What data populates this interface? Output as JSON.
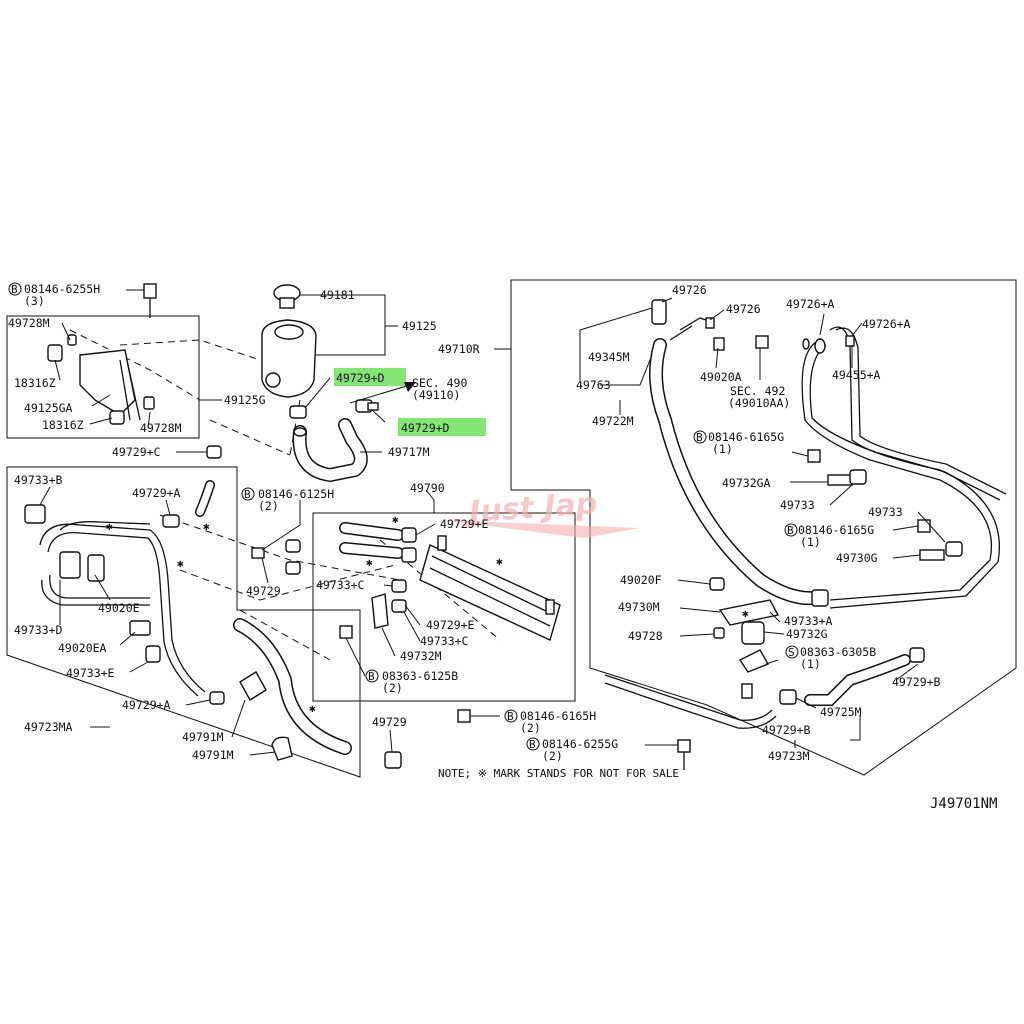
{
  "labels": {
    "b1": "08146-6255H",
    "b1q": "(3)",
    "l49728m_a": "49728M",
    "l18316z_a": "18316Z",
    "l49125ga": "49125GA",
    "l18316z_b": "18316Z",
    "l49728m_b": "49728M",
    "l49125g": "49125G",
    "l49729c": "49729+C",
    "l49181": "49181",
    "l49125": "49125",
    "l49729d_a": "49729+D",
    "sec490": "SEC. 490",
    "sec490n": "(49110)",
    "l49729d_b": "49729+D",
    "l49717m": "49717M",
    "l49733b": "49733+B",
    "l49729a_a": "49729+A",
    "b2": "08146-6125H",
    "b2q": "(2)",
    "l49020e": "49020E",
    "l49733d": "49733+D",
    "l49020ea": "49020EA",
    "l49733e_a": "49733+E",
    "l49729_a": "49729",
    "l49790": "49790",
    "l49729e_a": "49729+E",
    "l49733c_a": "49733+C",
    "l49729e_b": "49729+E",
    "l49733c_b": "49733+C",
    "l49732m": "49732M",
    "b3": "08363-6125B",
    "b3q": "(2)",
    "l49729a_b": "49729+A",
    "l49723ma": "49723MA",
    "l49791m_a": "49791M",
    "l49791m_b": "49791M",
    "l49729_b": "49729",
    "b4": "08146-6165H",
    "b4q": "(2)",
    "b5": "08146-6255G",
    "b5q": "(2)",
    "l49726_a": "49726",
    "l49726_b": "49726",
    "l49726a_a": "49726+A",
    "l49726a_b": "49726+A",
    "l49710r": "49710R",
    "l49345m": "49345M",
    "l49763": "49763",
    "l49020a": "49020A",
    "sec492": "SEC. 492",
    "sec492n": "(49010AA)",
    "l49455a": "49455+A",
    "l49722m": "49722M",
    "b6": "08146-6165G",
    "b6q": "(1)",
    "l49732ga": "49732GA",
    "l49733_a": "49733",
    "l49733_b": "49733",
    "b7": "08146-6165G",
    "b7q": "(1)",
    "l49730g": "49730G",
    "l49020f": "49020F",
    "l49730m": "49730M",
    "l49733a": "49733+A",
    "l49728": "49728",
    "l49732g": "49732G",
    "s1": "08363-6305B",
    "s1q": "(1)",
    "l49729b_a": "49729+B",
    "l49725m": "49725M",
    "l49729b_b": "49729+B",
    "l49723m": "49723M",
    "note": "NOTE; ※ MARK STANDS FOR NOT FOR SALE",
    "code": "J49701NM",
    "circ_b": "B",
    "circ_s": "S"
  },
  "watermark": "Just Jap",
  "colors": {
    "highlight": "#6ee05c",
    "ink": "#111111",
    "watermark": "#f3b0b0"
  }
}
